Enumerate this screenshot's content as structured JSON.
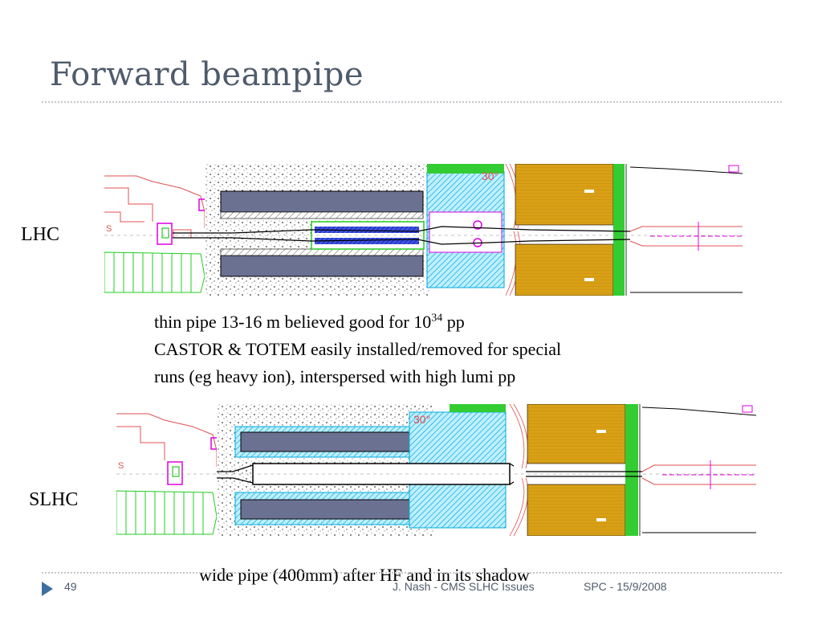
{
  "slide": {
    "title": "Forward beampipe",
    "label_lhc": "LHC",
    "label_slhc": "SLHC",
    "angle_label_1": "30°",
    "angle_label_2": "30°",
    "lhc_notes": {
      "line1_pre": "thin pipe 13-16 m believed good for 10",
      "line1_sup": "34",
      "line1_post": " pp",
      "line2": "CASTOR & TOTEM easily installed/removed for special",
      "line3": "runs (eg heavy ion), interspersed with high lumi pp"
    },
    "slhc_note": "wide pipe (400mm) after HF and in its shadow"
  },
  "footer": {
    "page_number": "49",
    "author_text": "J. Nash - CMS SLHC Issues",
    "event_text": "SPC - 15/9/2008"
  },
  "colors": {
    "title": "#4f5b6b",
    "magnet_block": "#6b7191",
    "concrete_pattern": "#e8e8e8",
    "shielding_cyan": "#00c8e0",
    "hf_gold": "#d9a016",
    "hf_green": "#33cc33",
    "outline_red": "#e05050",
    "outline_green": "#22cc22",
    "magenta": "#e000e0"
  }
}
